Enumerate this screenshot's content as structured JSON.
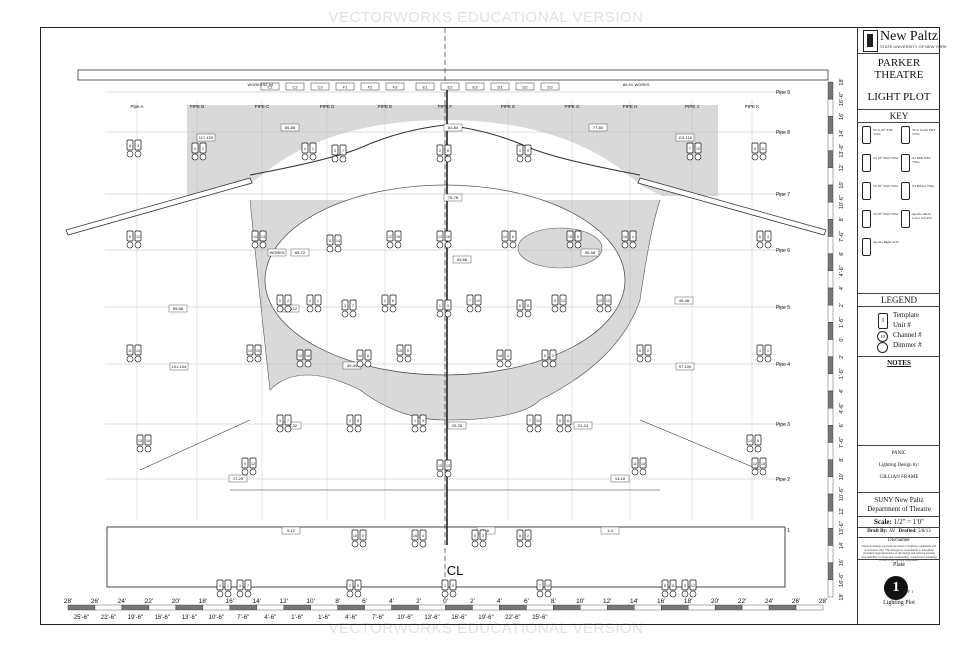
{
  "watermark": {
    "text": "VECTORWORKS EDUCATIONAL VERSION"
  },
  "title_block": {
    "logo": {
      "name": "New Paltz",
      "sub": "STATE UNIVERSITY OF NEW YORK"
    },
    "theatre": "PARKER THEATRE",
    "plot_title": "LIGHT PLOT",
    "key_heading": "KEY",
    "key_items": [
      {
        "label": "50 Jr 26° ERS 575w"
      },
      {
        "label": "50 Jr Zoom ERS 575w"
      },
      {
        "label": "S4 19° ERS 750w"
      },
      {
        "label": "S4 PAR WFL 750w"
      },
      {
        "label": "S4 36° ERS 750w"
      },
      {
        "label": "S4 Pifresl 750w"
      },
      {
        "label": "S4 50° ERS 750w"
      },
      {
        "label": "Apollo Smart Color Scroller"
      },
      {
        "label": "Apollo Right Arm"
      }
    ],
    "legend_heading": "LEGEND",
    "legend_items": [
      "Template",
      "Unit #",
      "Channel #",
      "Dimmer #"
    ],
    "legend_sample": {
      "unit": "1",
      "channel": "10"
    },
    "notes_heading": "NOTES",
    "show": "PANIC",
    "lighting_design_label": "Lighting Design by:",
    "designer": "GILLIAN FRAME",
    "school": "SUNY New Paltz",
    "department": "Department of Theatre",
    "scale_label": "Scale:",
    "scale_value": "1/2\" = 1'0\"",
    "draft_by_label": "Draft By: ",
    "draft_by": "JH",
    "drafted_label": "Drafted: ",
    "drafted": "5/8/13",
    "disclaimer_heading": "Disclaimer",
    "disclaimer": "These drawings represent the intent of lighting equipment and accessories only. The designer is responsible to determine structural appropriateness of the design and will not assume responsibility for improper engineering, construction, handling or use of the lighting equipment.",
    "plate_label": "Plate",
    "plate_number": "1",
    "plate_of": "OF 1",
    "plate_desc": "Lighting Plot"
  },
  "diagram": {
    "pipes_right": [
      "Pipe 9",
      "Pipe 8",
      "Pipe 7",
      "Pipe 6",
      "Pipe 5",
      "Pipe 4",
      "Pipe 3",
      "Pipe 2",
      "Pipe 1"
    ],
    "pipes_top": [
      "Pipe A",
      "PIPE B",
      "PIPE C",
      "PIPE D",
      "PIPE E",
      "PIPE F",
      "PIPE E",
      "PIPE G",
      "PIPE H",
      "PIPE J",
      "PIPE K"
    ],
    "top_grid_labels": [
      "C1",
      "C2",
      "C3",
      "F1",
      "F2",
      "F3",
      "E1",
      "E2",
      "E3",
      "D1",
      "D2",
      "D3"
    ],
    "top_circuits": [
      "WORKS",
      "92-94",
      "89-91",
      "WORKS"
    ],
    "circuit_tags": [
      "85-88",
      "117-120",
      "81-84",
      "77-80",
      "113-116",
      "75-76",
      "69-72",
      "63-66",
      "WORKS",
      "95-98",
      "55-58",
      "45-48",
      "105-112",
      "101-104",
      "97-100",
      "39-44",
      "29-32",
      "25-28",
      "21-24",
      "17-20",
      "13-16",
      "9-12",
      "5-8",
      "1-4"
    ],
    "unit_numbers": [
      "6",
      "5",
      "4",
      "3",
      "2",
      "1",
      "7",
      "8",
      "9",
      "10",
      "11",
      "12",
      "13",
      "14",
      "15",
      "16"
    ],
    "centerline": "CL",
    "scale_marks": [
      "28'",
      "26'",
      "24'",
      "22'",
      "20'",
      "18'",
      "16'",
      "14'",
      "12'",
      "10'",
      "8'",
      "6'",
      "4'",
      "2'",
      "0'",
      "2'",
      "4'",
      "6'",
      "8'",
      "10'",
      "12'",
      "14'",
      "16'",
      "18'",
      "20'",
      "22'",
      "24'",
      "26'",
      "28'"
    ],
    "scale_halves": [
      "25'-6\"",
      "22'-6\"",
      "19'-6\"",
      "16'-6\"",
      "13'-6\"",
      "10'-6\"",
      "7'-6\"",
      "4'-6\"",
      "1'-6\"",
      "1'-6\"",
      "4'-6\"",
      "7'-6\"",
      "10'-6\"",
      "13'-6\"",
      "16'-6\"",
      "19'-6\"",
      "22'-6\"",
      "25'-6\""
    ],
    "v_scale_marks": [
      "18'",
      "16'-6\"",
      "16'",
      "14'",
      "13'-6\"",
      "12'",
      "10'",
      "10'-6\"",
      "8'",
      "7'-6\"",
      "6'",
      "4'-6\"",
      "4'",
      "2'",
      "1'-6\"",
      "0'",
      "2'",
      "1'-6\"",
      "4'",
      "4'-6\"",
      "6'",
      "7'-6\"",
      "8'",
      "10'",
      "10'-6\"",
      "12'",
      "13'-6\"",
      "14'",
      "16'",
      "16'-6\"",
      "18'"
    ]
  },
  "colors": {
    "ink": "#111111",
    "shade": "#d9d9d9",
    "watermark": "#e2e2e2",
    "grid": "#bbbbbb"
  }
}
